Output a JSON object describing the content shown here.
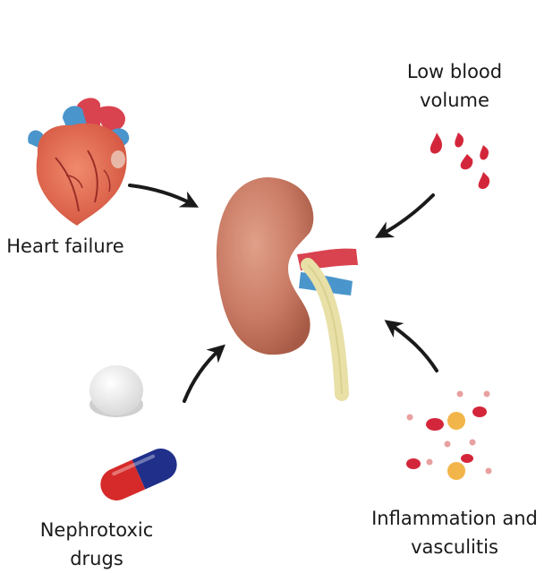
{
  "labels": {
    "heart": "Heart failure",
    "blood_line1": "Low blood",
    "blood_line2": "volume",
    "drugs_line1": "Nephrotoxic",
    "drugs_line2": "drugs",
    "inflam_line1": "Inflammation and",
    "inflam_line2": "vasculitis"
  },
  "colors": {
    "kidney": "#c97a64",
    "artery": "#d9434f",
    "vein": "#4a95cc",
    "ureter": "#e8e0a6",
    "blood": "#d4263a",
    "heart": "#e86a52",
    "capsule_red": "#d62a2a",
    "capsule_blue": "#1f2f8a",
    "arrow": "#1a1a1a"
  }
}
